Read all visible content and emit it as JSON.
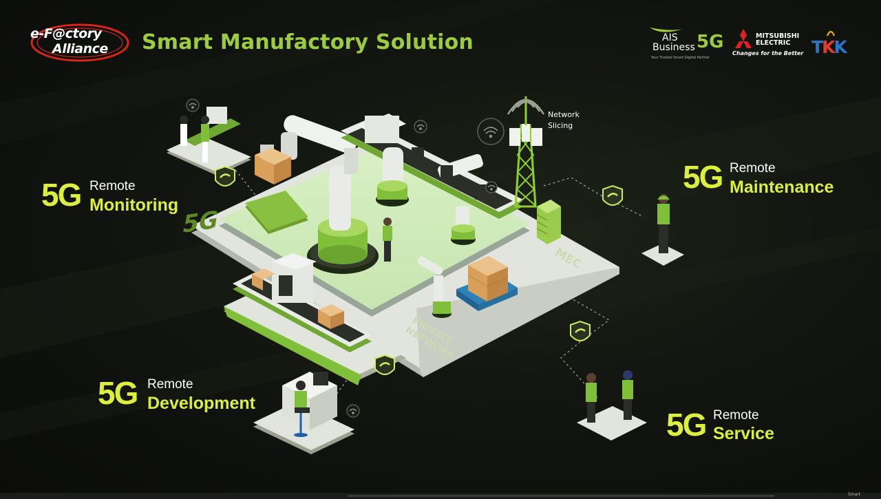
{
  "slide": {
    "title": "Smart Manufactory Solution"
  },
  "logos": {
    "efactory": {
      "line1": "e-F@ctory",
      "line2": "Alliance"
    },
    "ais": {
      "line1": "AIS",
      "line2": "Business",
      "badge": "5G",
      "tagline": "Your Trusted Smart Digital Partner"
    },
    "mitsubishi": {
      "line1": "MITSUBISHI",
      "line2": "ELECTRIC",
      "tagline": "Changes for the Better"
    },
    "tkk": {
      "text": "TKK"
    }
  },
  "features": [
    {
      "id": "monitoring",
      "prefix": "5G",
      "label_small": "Remote",
      "label_big": "Monitoring"
    },
    {
      "id": "maintenance",
      "prefix": "5G",
      "label_small": "Remote",
      "label_big": "Maintenance"
    },
    {
      "id": "development",
      "prefix": "5G",
      "label_small": "Remote",
      "label_big": "Development"
    },
    {
      "id": "service",
      "prefix": "5G",
      "label_small": "Remote",
      "label_big": "Service"
    }
  ],
  "diagram": {
    "tower_label_1": "Network",
    "tower_label_2": "Slicing",
    "mec_label": "MEC",
    "private_network_1": "PRIVATE",
    "private_network_2": "NETWORK",
    "floor_badge": "5G"
  },
  "colors": {
    "accent_green": "#9ccb3f",
    "title_green": "#dcef3a",
    "background": "#121510",
    "platform": "#e3e6df"
  },
  "footer": {
    "corner": "Smart"
  }
}
